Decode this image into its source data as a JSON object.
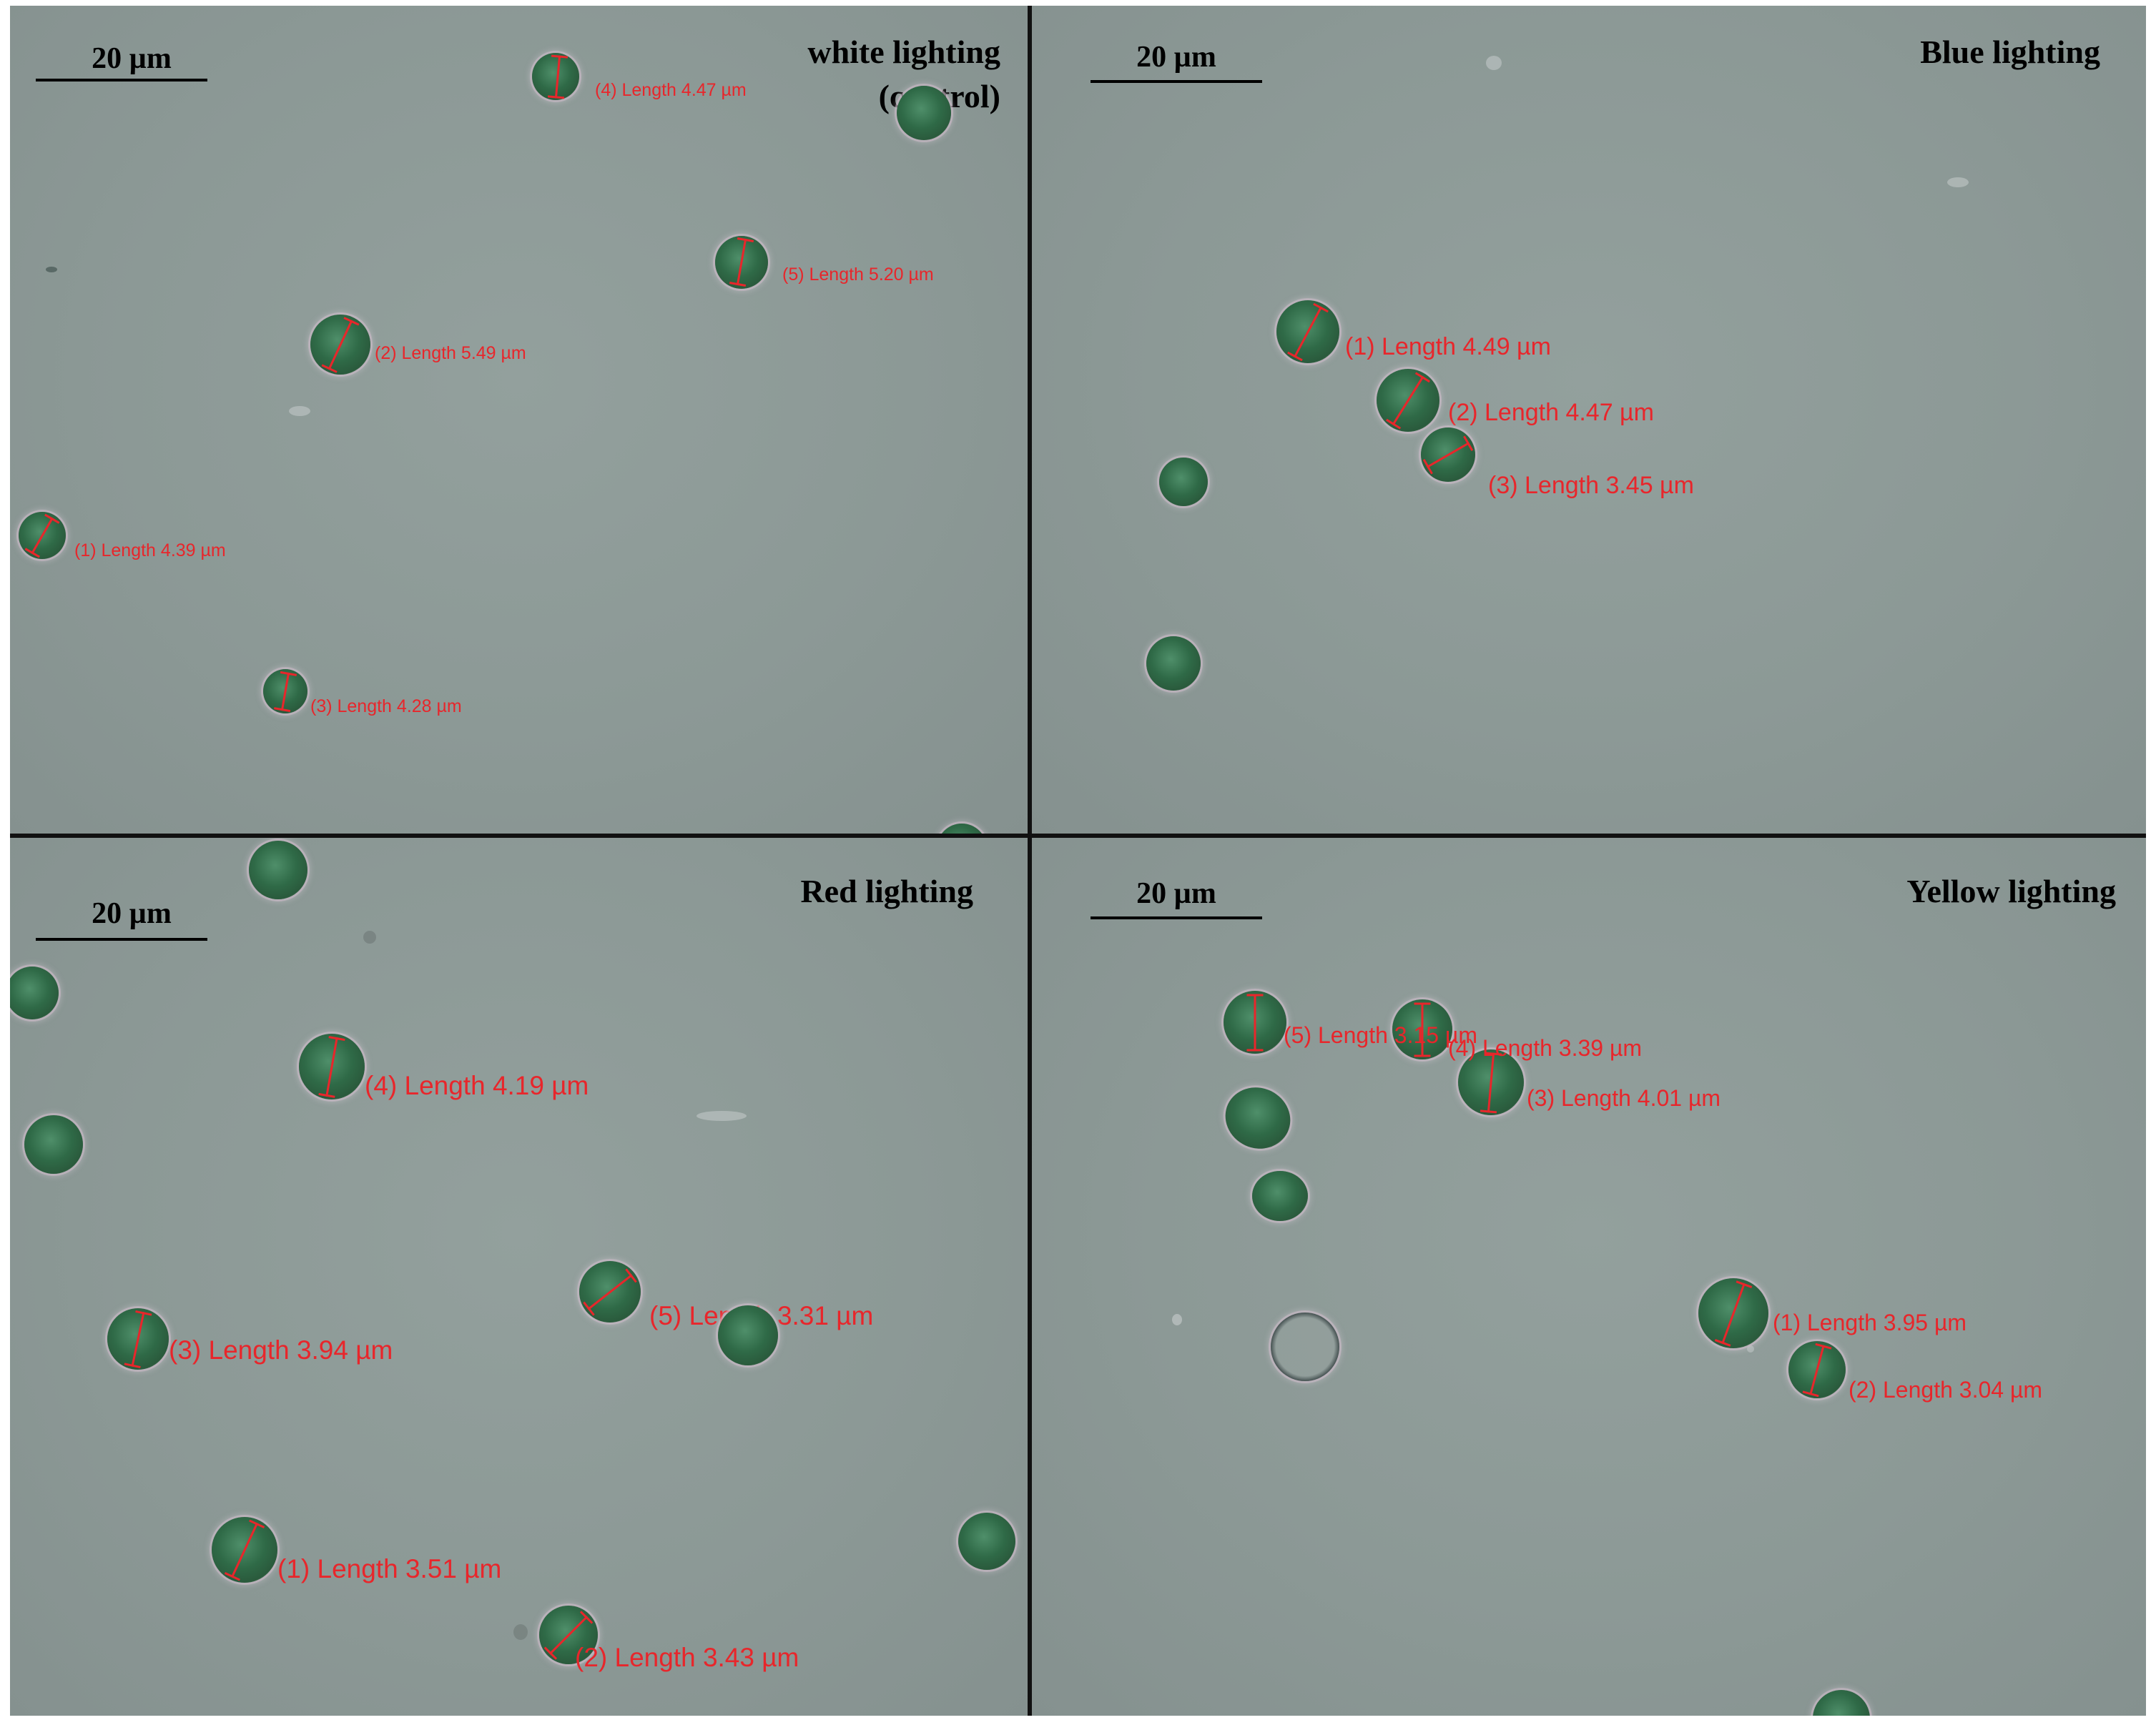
{
  "panels": [
    {
      "title": "white lighting\n(control)",
      "scale_bar": "20 µm",
      "measurements": [
        "(1) Length 4.39 µm",
        "(2) Length 5.49 µm",
        "(3) Length 4.28 µm",
        "(4) Length 4.47 µm",
        "(5) Length 5.20 µm"
      ]
    },
    {
      "title": "Blue lighting",
      "scale_bar": "20 µm",
      "measurements": [
        "(1) Length 4.49 µm",
        "(2) Length 4.47 µm",
        "(3) Length 3.45 µm"
      ]
    },
    {
      "title": "Red lighting",
      "scale_bar": "20 µm",
      "measurements": [
        "(1) Length 3.51 µm",
        "(2) Length 3.43 µm",
        "(3) Length 3.94 µm",
        "(4) Length 4.19 µm",
        "(5) Length 3.31 µm"
      ]
    },
    {
      "title": "Yellow lighting",
      "scale_bar": "20 µm",
      "measurements": [
        "(1) Length 3.95 µm",
        "(2) Length 3.04 µm",
        "(3) Length 4.01 µm",
        "(4) Length 3.39 µm",
        "(5) Length 3.15 µm"
      ]
    }
  ]
}
